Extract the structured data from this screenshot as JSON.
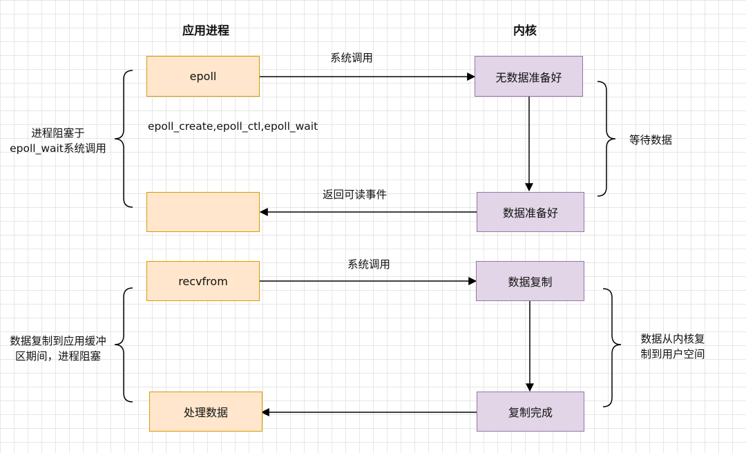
{
  "headers": {
    "app": "应用进程",
    "kernel": "内核"
  },
  "boxes": {
    "epoll": "epoll",
    "no_data_ready": "无数据准备好",
    "empty_app": "",
    "data_ready": "数据准备好",
    "recvfrom": "recvfrom",
    "data_copy": "数据复制",
    "process_data": "处理数据",
    "copy_done": "复制完成"
  },
  "edge_labels": {
    "syscall_1": "系统调用",
    "epoll_funcs": "epoll_create,epoll_ctl,epoll_wait",
    "return_readable": "返回可读事件",
    "syscall_2": "系统调用"
  },
  "side_labels": {
    "blocked_line1": "进程阻塞于",
    "blocked_line2": "epoll_wait系统调用",
    "wait_data": "等待数据",
    "copy_app_line1": "数据复制到应用缓冲",
    "copy_app_line2": "区期间，进程阻塞",
    "kernel_copy_line1": "数据从内核复",
    "kernel_copy_line2": "制到用户空间"
  },
  "colors": {
    "app_fill": "#ffe6cc",
    "app_stroke": "#d79b00",
    "kernel_fill": "#e1d5e7",
    "kernel_stroke": "#9673a6",
    "grid": "#e6e6e6"
  }
}
